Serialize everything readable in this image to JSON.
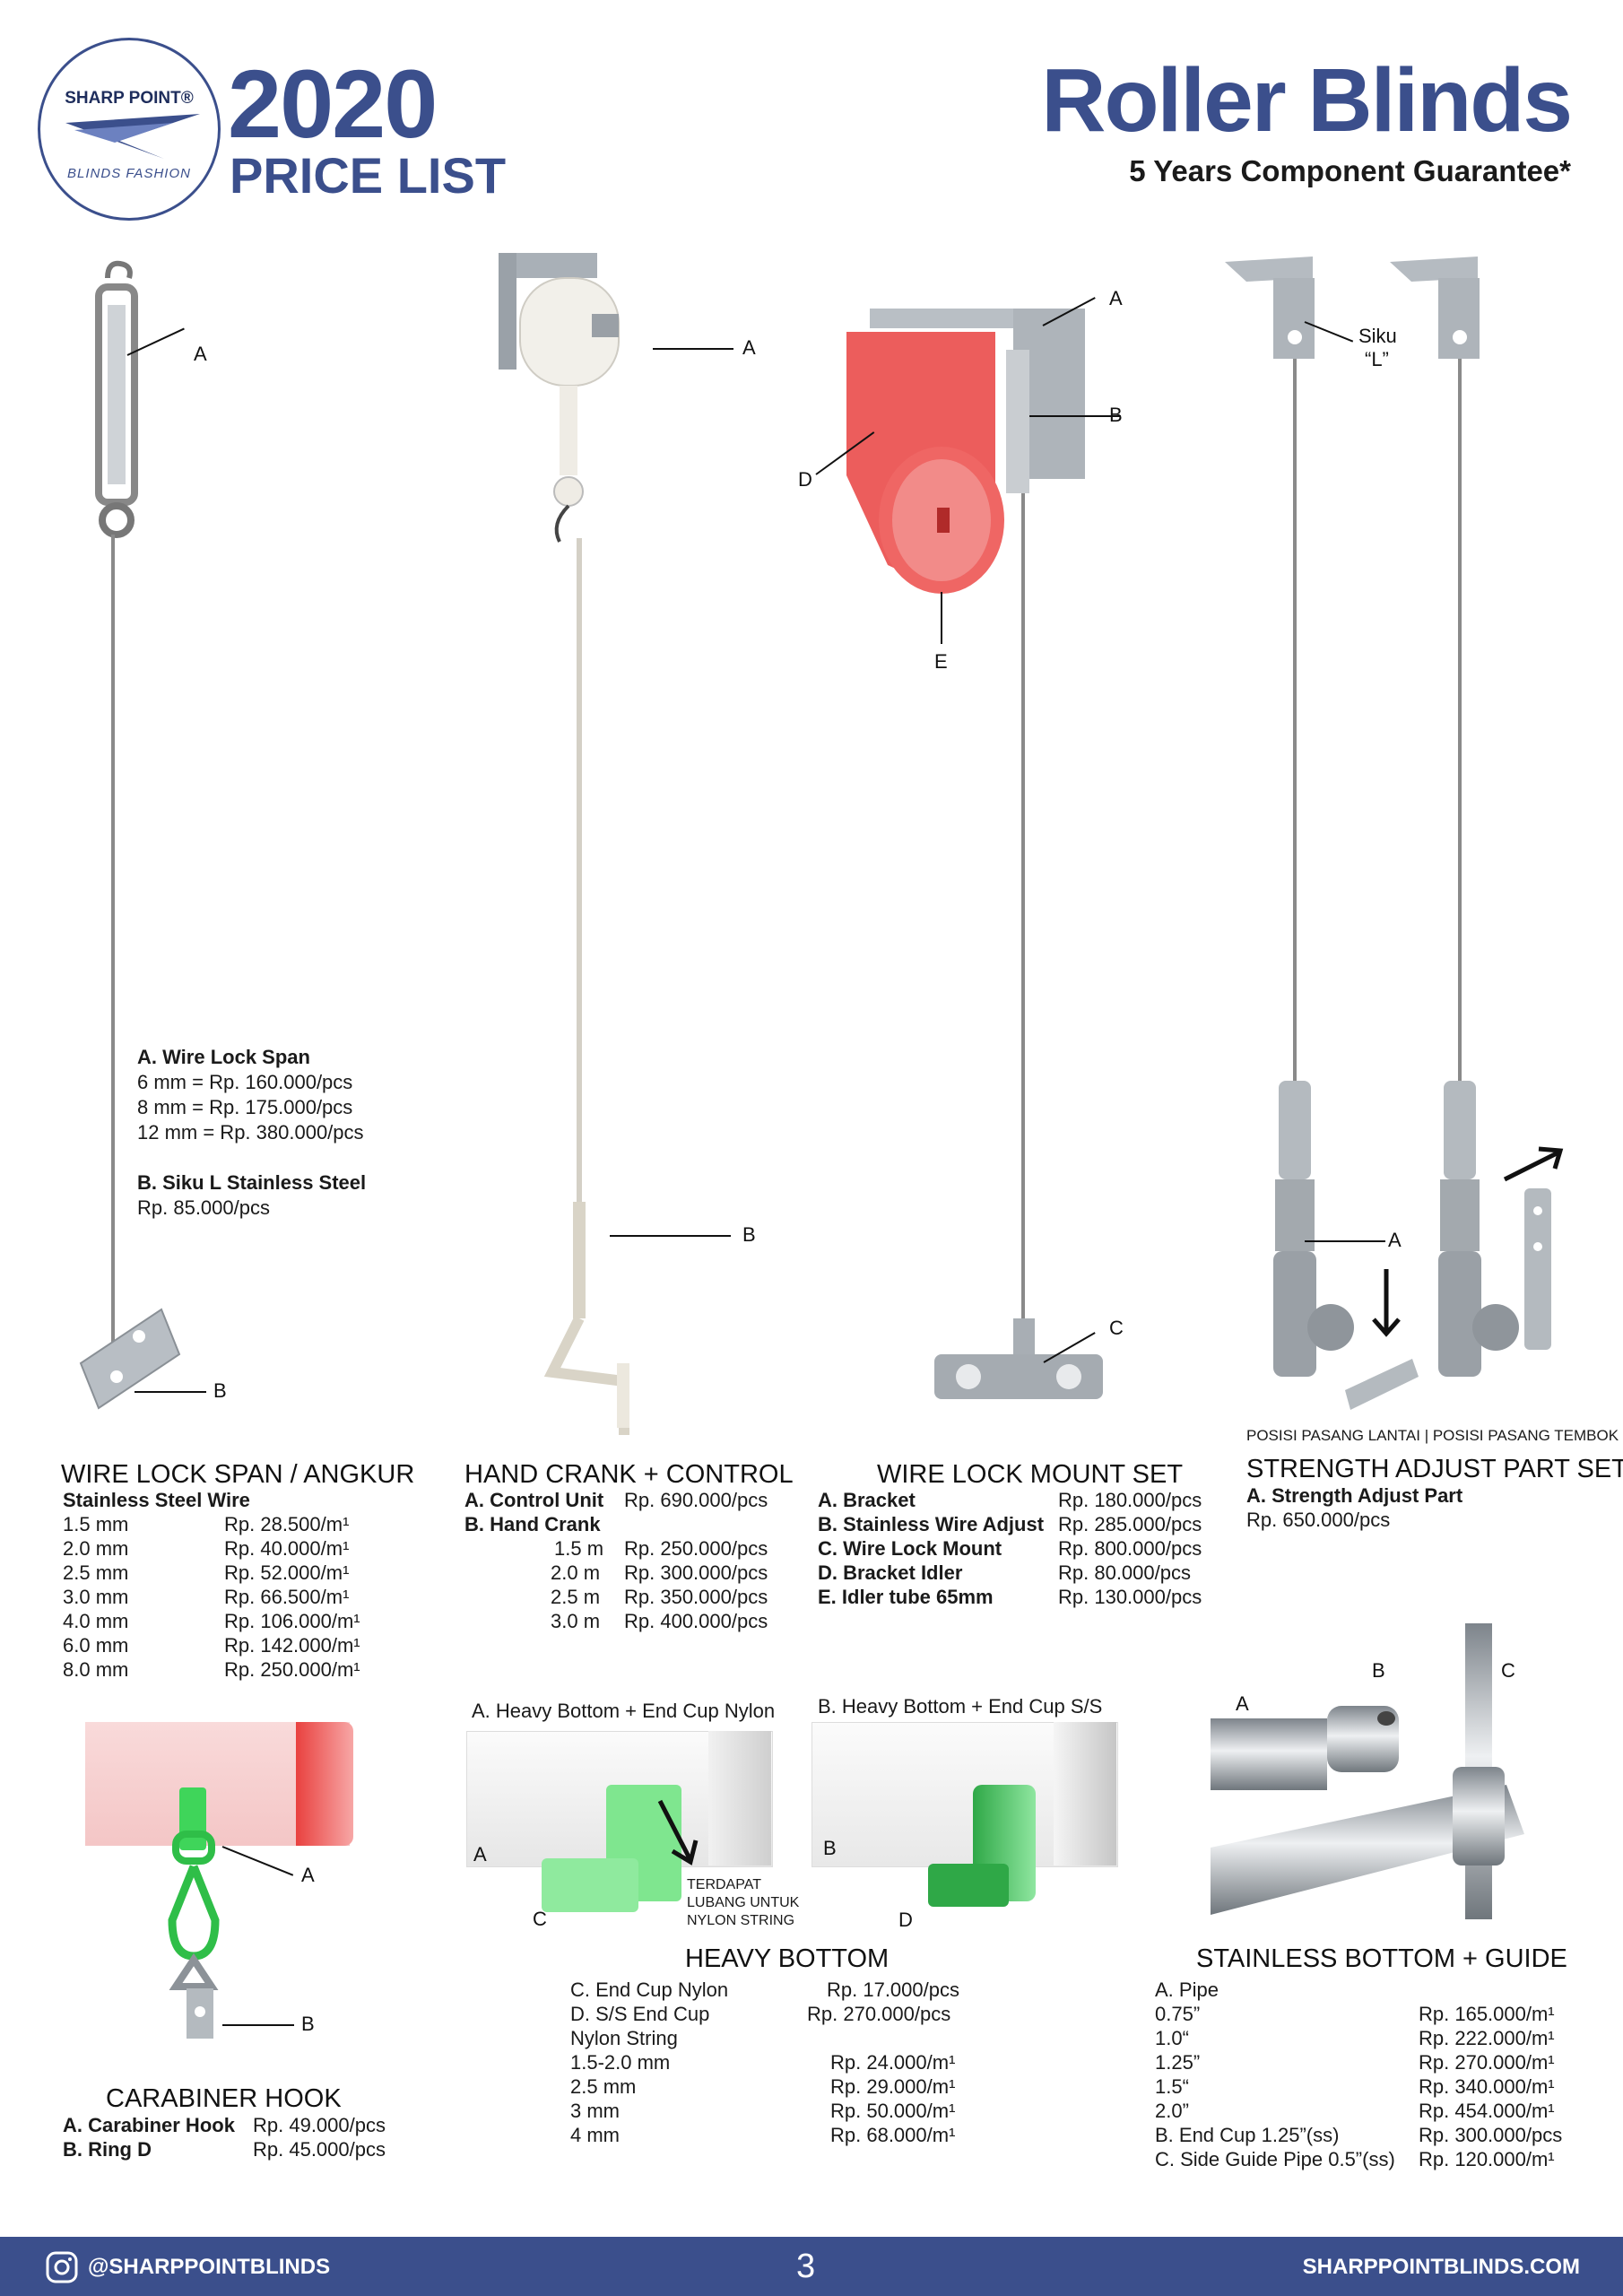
{
  "header": {
    "logo_brand": "SHARP POINT®",
    "logo_sub": "BLINDS FASHION",
    "year": "2020",
    "price_list": "PRICE LIST",
    "title": "Roller Blinds",
    "guarantee": "5 Years Component Guarantee*"
  },
  "colors": {
    "brand": "#3b4f8c",
    "red_part": "#e9413f",
    "green_part": "#3fd55a"
  },
  "callouts": {
    "wirelock_a": "A",
    "wirelock_b": "B",
    "crank_a": "A",
    "crank_b": "B",
    "mount_a": "A",
    "mount_b": "B",
    "mount_c": "C",
    "mount_d": "D",
    "mount_e": "E",
    "siku": "Siku",
    "siku_l": "“L”",
    "strength_a": "A",
    "posisi": "POSISI PASANG LANTAI | POSISI PASANG TEMBOK",
    "carabiner_a": "A",
    "carabiner_b": "B",
    "hb_a": "A",
    "hb_b": "B",
    "hb_c": "C",
    "hb_d": "D",
    "pipe_a": "A",
    "pipe_b": "B",
    "pipe_c": "C"
  },
  "wire_lock_span_note": {
    "a_title": "A. Wire Lock Span",
    "a_lines": [
      "6 mm = Rp. 160.000/pcs",
      "8 mm = Rp. 175.000/pcs",
      "12 mm = Rp. 380.000/pcs"
    ],
    "b_title": "B. Siku L Stainless Steel",
    "b_price": "Rp. 85.000/pcs"
  },
  "wire_lock_span": {
    "title": "WIRE LOCK SPAN / ANGKUR",
    "subtitle": "Stainless Steel Wire",
    "rows": [
      {
        "label": "1.5 mm",
        "price": "Rp. 28.500/m¹"
      },
      {
        "label": "2.0 mm",
        "price": "Rp. 40.000/m¹"
      },
      {
        "label": "2.5 mm",
        "price": "Rp. 52.000/m¹"
      },
      {
        "label": "3.0 mm",
        "price": "Rp. 66.500/m¹"
      },
      {
        "label": "4.0 mm",
        "price": "Rp. 106.000/m¹"
      },
      {
        "label": "6.0 mm",
        "price": "Rp. 142.000/m¹"
      },
      {
        "label": "8.0 mm",
        "price": "Rp. 250.000/m¹"
      }
    ]
  },
  "hand_crank": {
    "title": "HAND CRANK + CONTROL",
    "a_label": "A. Control Unit",
    "a_price": "Rp. 690.000/pcs",
    "b_label": "B. Hand Crank",
    "rows": [
      {
        "label": "1.5 m",
        "price": "Rp. 250.000/pcs"
      },
      {
        "label": "2.0 m",
        "price": "Rp. 300.000/pcs"
      },
      {
        "label": "2.5 m",
        "price": "Rp. 350.000/pcs"
      },
      {
        "label": "3.0 m",
        "price": "Rp. 400.000/pcs"
      }
    ]
  },
  "wire_lock_mount": {
    "title": "WIRE LOCK MOUNT SET",
    "rows": [
      {
        "label": "A. Bracket",
        "price": "Rp. 180.000/pcs"
      },
      {
        "label": "B. Stainless Wire Adjust",
        "price": "Rp. 285.000/pcs"
      },
      {
        "label": "C. Wire Lock Mount",
        "price": "Rp. 800.000/pcs"
      },
      {
        "label": "D. Bracket Idler",
        "price": "Rp. 80.000/pcs"
      },
      {
        "label": "E. Idler tube 65mm",
        "price": "Rp. 130.000/pcs"
      }
    ]
  },
  "strength_adjust": {
    "title": "STRENGTH ADJUST PART SET",
    "a_label": "A. Strength Adjust Part",
    "a_price": "Rp. 650.000/pcs"
  },
  "carabiner": {
    "title": "CARABINER HOOK",
    "rows": [
      {
        "label": "A. Carabiner Hook",
        "price": "Rp. 49.000/pcs"
      },
      {
        "label": "B. Ring D",
        "price": "Rp. 45.000/pcs"
      }
    ]
  },
  "heavy_bottom": {
    "img_a_label": "A. Heavy Bottom + End Cup Nylon",
    "img_b_label": "B. Heavy Bottom + End Cup S/S",
    "note": [
      "TERDAPAT",
      "LUBANG UNTUK",
      "NYLON STRING"
    ],
    "title": "HEAVY BOTTOM",
    "rows": [
      {
        "label": "C. End Cup Nylon",
        "price": "Rp. 17.000/pcs"
      },
      {
        "label": "D. S/S End Cup",
        "price": "Rp. 270.000/pcs"
      },
      {
        "label": "Nylon String",
        "price": ""
      },
      {
        "label": "1.5-2.0 mm",
        "price": "Rp. 24.000/m¹"
      },
      {
        "label": "2.5 mm",
        "price": "Rp. 29.000/m¹"
      },
      {
        "label": "3 mm",
        "price": "Rp. 50.000/m¹"
      },
      {
        "label": "4 mm",
        "price": "Rp. 68.000/m¹"
      }
    ]
  },
  "stainless_bottom": {
    "title": "STAINLESS BOTTOM + GUIDE",
    "rows": [
      {
        "label": "A. Pipe",
        "price": ""
      },
      {
        "label": "0.75”",
        "price": "Rp.  165.000/m¹"
      },
      {
        "label": "1.0“",
        "price": "Rp.  222.000/m¹"
      },
      {
        "label": "1.25”",
        "price": "Rp.  270.000/m¹"
      },
      {
        "label": "1.5“",
        "price": "Rp.  340.000/m¹"
      },
      {
        "label": "2.0”",
        "price": "Rp.  454.000/m¹"
      },
      {
        "label": "B. End Cup 1.25”(ss)",
        "price": "Rp.  300.000/pcs"
      },
      {
        "label": "C. Side Guide Pipe 0.5”(ss)",
        "price": "Rp.  120.000/m¹"
      }
    ]
  },
  "footer": {
    "instagram": "@SHARPPOINTBLINDS",
    "page": "3",
    "website": "SHARPPOINTBLINDS.COM"
  }
}
